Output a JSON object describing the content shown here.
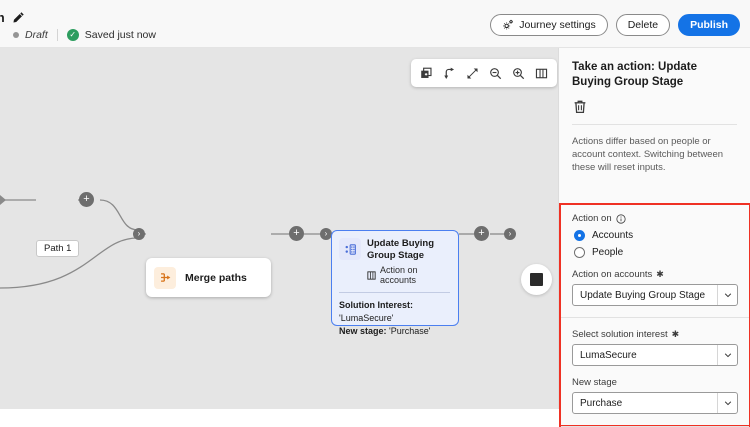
{
  "topbar": {
    "journey_title": "sion",
    "edit_icon": "pencil-icon",
    "status_label": "Draft",
    "saved_label": "Saved just now",
    "journey_settings_label": "Journey settings",
    "delete_label": "Delete",
    "publish_label": "Publish",
    "accent_primary": "#1473e6",
    "saved_color": "#2d9d5f"
  },
  "canvas": {
    "toolbar": [
      {
        "name": "duplicate-icon",
        "title": "Duplicate"
      },
      {
        "name": "reroute-icon",
        "title": "Reroute"
      },
      {
        "name": "fit-to-screen-icon",
        "title": "Fit to screen"
      },
      {
        "name": "zoom-out-icon",
        "title": "Zoom out"
      },
      {
        "name": "zoom-in-icon",
        "title": "Zoom in"
      },
      {
        "name": "map-icon",
        "title": "Minimap"
      }
    ],
    "path_label": "Path 1",
    "merge_node": {
      "title": "Merge paths",
      "icon": "merge-paths-icon",
      "icon_bg": "#fdeedd"
    },
    "action_node": {
      "title": "Update Buying Group Stage",
      "subtitle": "Action on accounts",
      "icon": "buying-group-icon",
      "icon_bg": "#e4e8fb",
      "border_color": "#4b7ff0",
      "fields": [
        {
          "key": "Solution Interest:",
          "value": "'LumaSecure'"
        },
        {
          "key": "New stage:",
          "value": "'Purchase'"
        }
      ]
    },
    "plus_label": "+",
    "end_node": "end-node"
  },
  "panel": {
    "title": "Take an action: Update Buying Group Stage",
    "trash_icon": "trash-icon",
    "note": "Actions differ based on people or account context. Switching between these will reset inputs.",
    "highlight_color": "#ef3124",
    "action_on": {
      "label": "Action on",
      "info_icon": "info-icon",
      "options": [
        {
          "label": "Accounts",
          "selected": true
        },
        {
          "label": "People",
          "selected": false
        }
      ]
    },
    "action_on_accounts": {
      "label": "Action on accounts",
      "required": "✱",
      "value": "Update Buying Group Stage"
    },
    "solution_interest": {
      "label": "Select solution interest",
      "required": "✱",
      "value": "LumaSecure"
    },
    "new_stage": {
      "label": "New stage",
      "required": "",
      "value": "Purchase"
    }
  }
}
